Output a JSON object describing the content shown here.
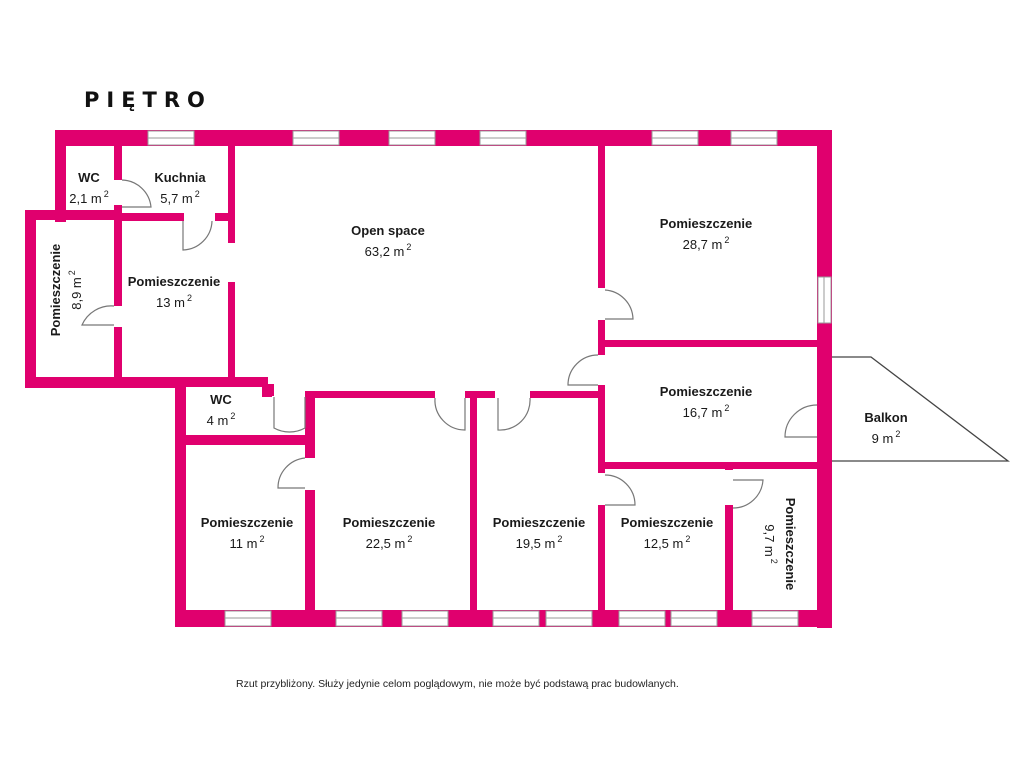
{
  "floor_title": "PIĘTRO",
  "wall_color": "#E0006E",
  "rooms": [
    {
      "name": "WC",
      "area": "2,1 m",
      "unit_sup": "2"
    },
    {
      "name": "Kuchnia",
      "area": "5,7 m",
      "unit_sup": "2"
    },
    {
      "name": "Open space",
      "area": "63,2 m",
      "unit_sup": "2"
    },
    {
      "name": "Pomieszczenie",
      "area": "28,7 m",
      "unit_sup": "2"
    },
    {
      "name": "Pomieszczenie",
      "area": "8,9 m",
      "unit_sup": "2"
    },
    {
      "name": "Pomieszczenie",
      "area": "13 m",
      "unit_sup": "2"
    },
    {
      "name": "Pomieszczenie",
      "area": "16,7 m",
      "unit_sup": "2"
    },
    {
      "name": "Balkon",
      "area": "9 m",
      "unit_sup": "2"
    },
    {
      "name": "WC",
      "area": "4 m",
      "unit_sup": "2"
    },
    {
      "name": "Pomieszczenie",
      "area": "11 m",
      "unit_sup": "2"
    },
    {
      "name": "Pomieszczenie",
      "area": "22,5 m",
      "unit_sup": "2"
    },
    {
      "name": "Pomieszczenie",
      "area": "19,5 m",
      "unit_sup": "2"
    },
    {
      "name": "Pomieszczenie",
      "area": "12,5 m",
      "unit_sup": "2"
    },
    {
      "name": "Pomieszczenie",
      "area": "9,7 m",
      "unit_sup": "2"
    }
  ],
  "disclaimer": "Rzut przybliżony. Służy jedynie celom poglądowym, nie może być podstawą prac budowlanych."
}
